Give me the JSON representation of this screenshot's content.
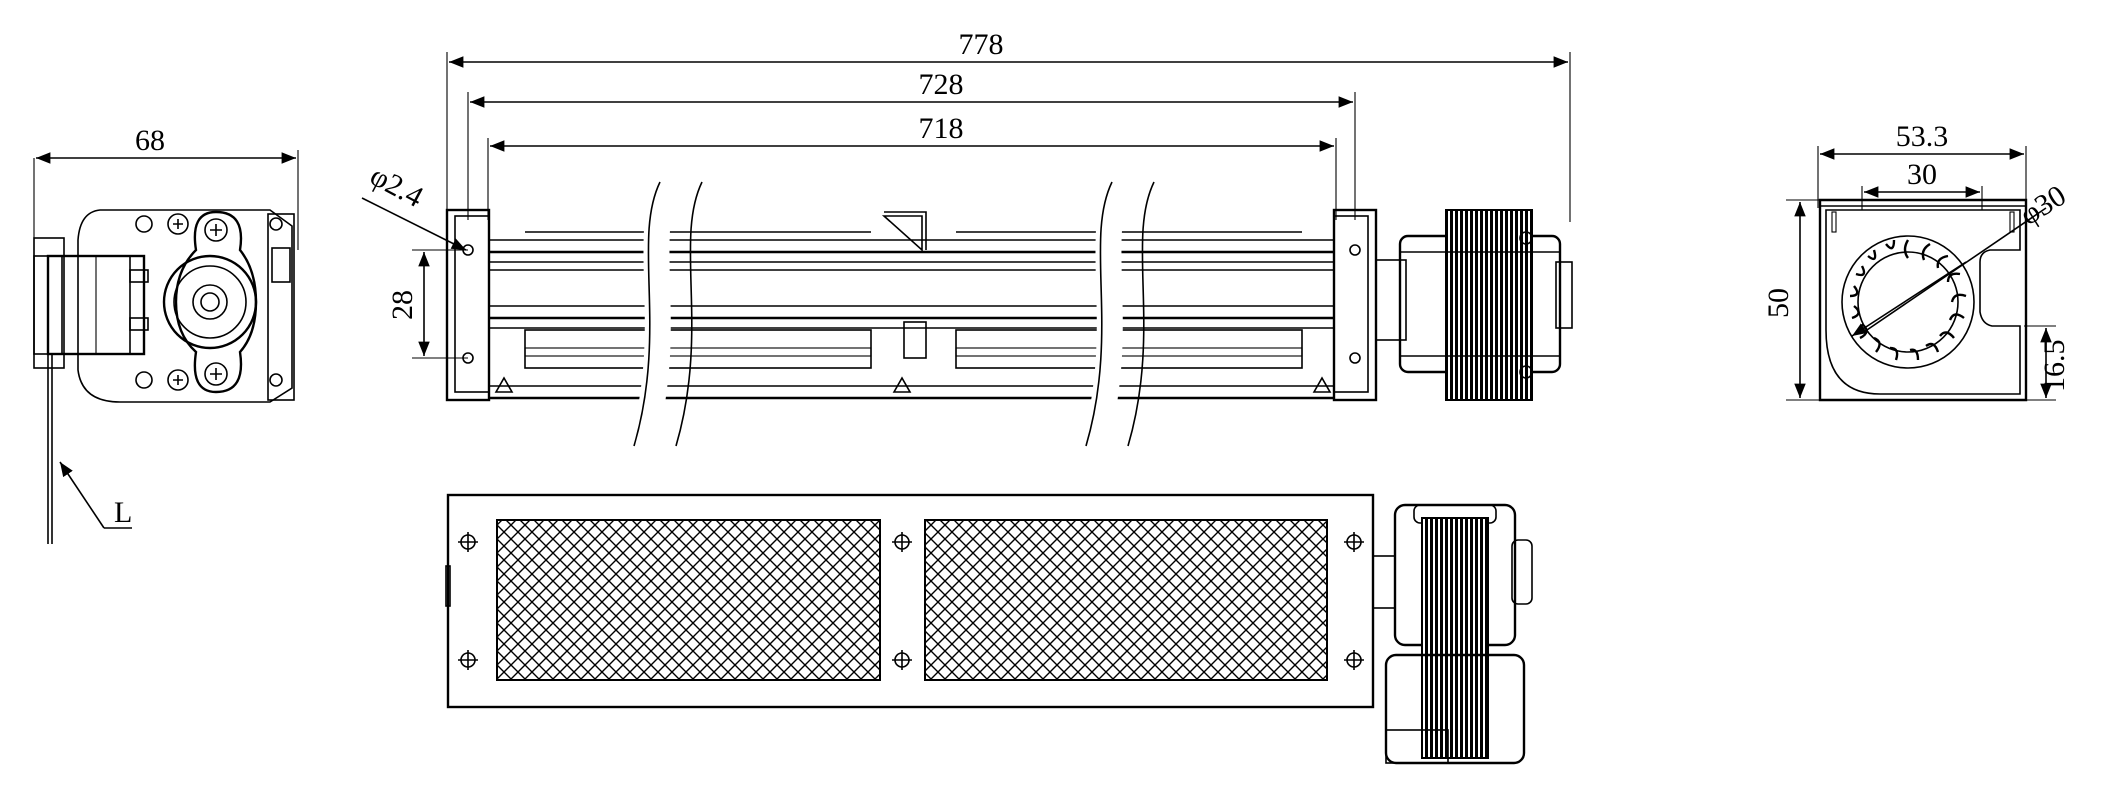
{
  "drawing": {
    "dimensions": {
      "side_width": "68",
      "overall_length": "778",
      "mount_length": "728",
      "impeller_length": "718",
      "hole_diameter": "φ2.4",
      "hole_spacing": "28",
      "outlet_width": "53.3",
      "outlet_inner": "30",
      "impeller_diameter": "φ30",
      "housing_height": "50",
      "outlet_offset": "16.5"
    },
    "lead_wire_label": "L"
  }
}
